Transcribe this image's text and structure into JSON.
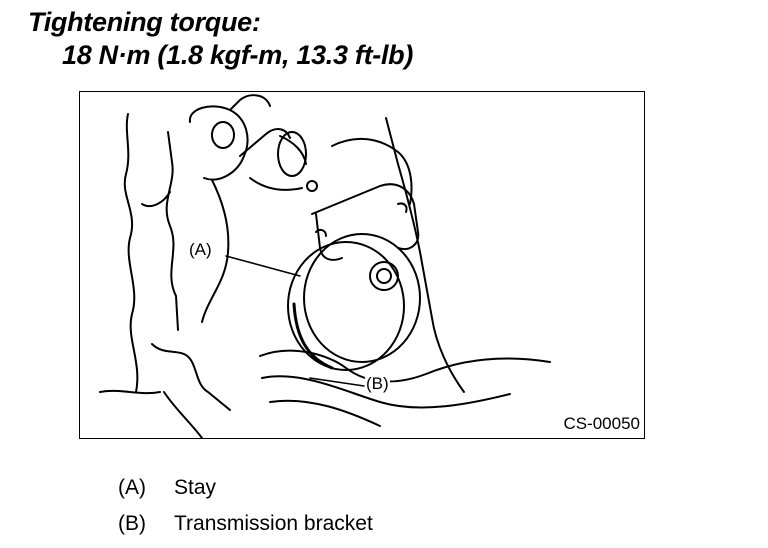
{
  "heading": {
    "label": "Tightening torque:",
    "value": "18 N·m (1.8 kgf-m, 13.3 ft-lb)"
  },
  "figure": {
    "callout_a": "(A)",
    "callout_b": "(B)",
    "code": "CS-00050"
  },
  "legend": [
    {
      "key": "(A)",
      "text": "Stay"
    },
    {
      "key": "(B)",
      "text": "Transmission bracket"
    }
  ]
}
